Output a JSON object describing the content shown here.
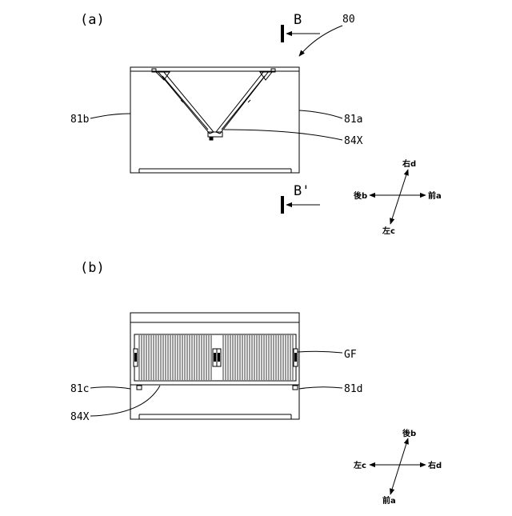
{
  "figure_a": {
    "panel_label": "(a)",
    "ref_80": "80",
    "section_B": "B",
    "section_B_prime": "B'",
    "ref_81a": "81a",
    "ref_81b": "81b",
    "ref_84X": "84X",
    "compass": {
      "right": "右d",
      "rear": "後b",
      "front": "前a",
      "left": "左c"
    }
  },
  "figure_b": {
    "panel_label": "(b)",
    "ref_GF": "GF",
    "ref_81c": "81c",
    "ref_81d": "81d",
    "ref_84X": "84X",
    "compass": {
      "rear": "後b",
      "left": "左c",
      "right": "右d",
      "front": "前a"
    }
  }
}
